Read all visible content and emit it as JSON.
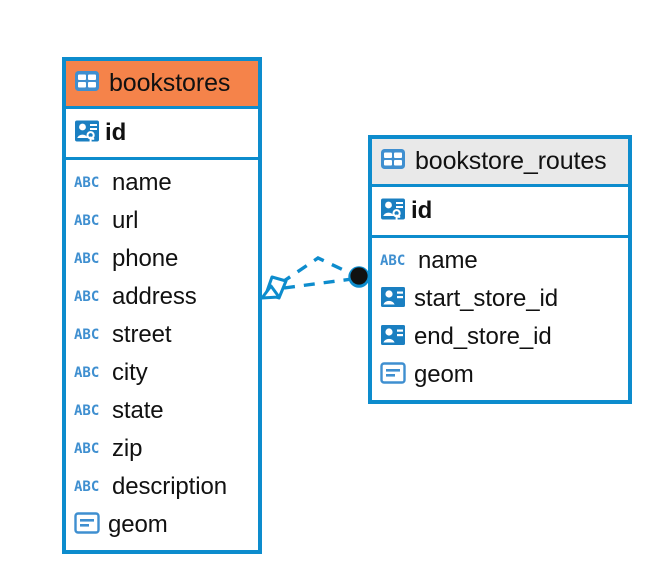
{
  "diagram": {
    "type": "entity-relationship-diagram",
    "background_color": "#ffffff",
    "accent_color": "#0d8ccd",
    "highlight_color": "#f5834a",
    "neutral_header_color": "#e9e9e9",
    "text_color": "#111111"
  },
  "tables": [
    {
      "name": "bookstores",
      "header_style": "accent",
      "icon": "table-icon",
      "primary_key": {
        "label": "id",
        "icon": "primary-key-icon"
      },
      "fields": [
        {
          "label": "name",
          "icon": "abc-icon",
          "icon_text": "ABC"
        },
        {
          "label": "url",
          "icon": "abc-icon",
          "icon_text": "ABC"
        },
        {
          "label": "phone",
          "icon": "abc-icon",
          "icon_text": "ABC"
        },
        {
          "label": "address",
          "icon": "abc-icon",
          "icon_text": "ABC"
        },
        {
          "label": "street",
          "icon": "abc-icon",
          "icon_text": "ABC"
        },
        {
          "label": "city",
          "icon": "abc-icon",
          "icon_text": "ABC"
        },
        {
          "label": "state",
          "icon": "abc-icon",
          "icon_text": "ABC"
        },
        {
          "label": "zip",
          "icon": "abc-icon",
          "icon_text": "ABC"
        },
        {
          "label": "description",
          "icon": "abc-icon",
          "icon_text": "ABC"
        },
        {
          "label": "geom",
          "icon": "blob-icon",
          "icon_text": ""
        }
      ]
    },
    {
      "name": "bookstore_routes",
      "header_style": "plain",
      "icon": "table-icon",
      "primary_key": {
        "label": "id",
        "icon": "primary-key-icon"
      },
      "fields": [
        {
          "label": "name",
          "icon": "abc-icon",
          "icon_text": "ABC"
        },
        {
          "label": "start_store_id",
          "icon": "foreign-key-icon",
          "icon_text": ""
        },
        {
          "label": "end_store_id",
          "icon": "foreign-key-icon",
          "icon_text": ""
        },
        {
          "label": "geom",
          "icon": "blob-icon",
          "icon_text": ""
        }
      ]
    }
  ],
  "relationships": [
    {
      "from_table": "bookstores",
      "to_table": "bookstore_routes",
      "line_style": "dashed",
      "color": "#0d8ccd",
      "source_marker": "diamond-marker",
      "target_marker": "dot-marker",
      "path": "arced"
    },
    {
      "from_table": "bookstores",
      "to_table": "bookstore_routes",
      "line_style": "dashed",
      "color": "#0d8ccd",
      "source_marker": "diamond-marker",
      "target_marker": "dot-marker",
      "path": "straight"
    }
  ]
}
